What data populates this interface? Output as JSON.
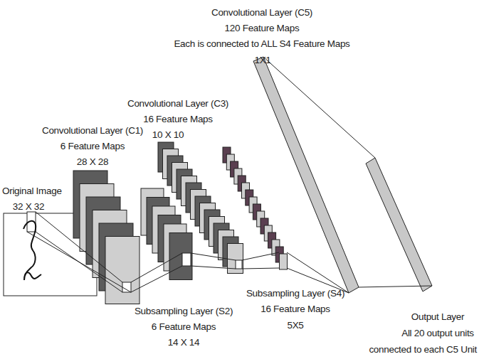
{
  "diagram": {
    "labels": [
      "Convolutional Layer (C5)",
      "120 Feature Maps",
      "Each is connected to ALL S4 Feature Maps",
      "1X1",
      "Convolutional Layer (C3)",
      "16 Feature Maps",
      "10 X 10",
      "Convolutional Layer (C1)",
      "6 Feature Maps",
      "28 X 28",
      "Original Image",
      "32 X 32",
      "Subsampling Layer (S2)",
      "6 Feature Maps",
      "14 X 14",
      "Subsampling Layer (S4)",
      "16 Feature Maps",
      "5X5",
      "Output Layer",
      "All 20 output units",
      "connected to each C5 Unit"
    ]
  }
}
